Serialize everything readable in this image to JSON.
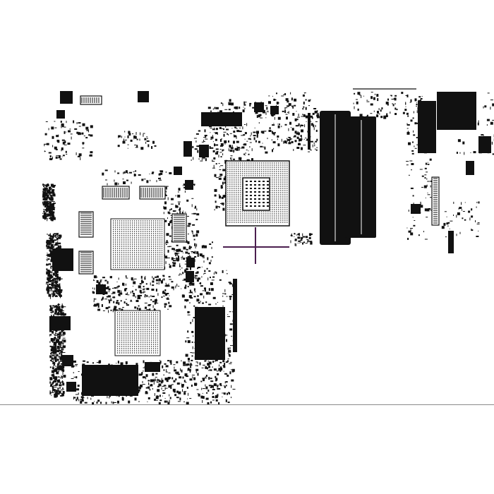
{
  "view": {
    "background": "#ffffff",
    "ink": "#111111",
    "marker_color": "#4b1f4f",
    "divider_color": "#8a8a8a"
  },
  "components": {
    "cpu_socket": "ic",
    "chipset": "bga",
    "gpu": "bga",
    "memory_slots": "dimm",
    "connectors": "connector",
    "chips": "ic"
  }
}
